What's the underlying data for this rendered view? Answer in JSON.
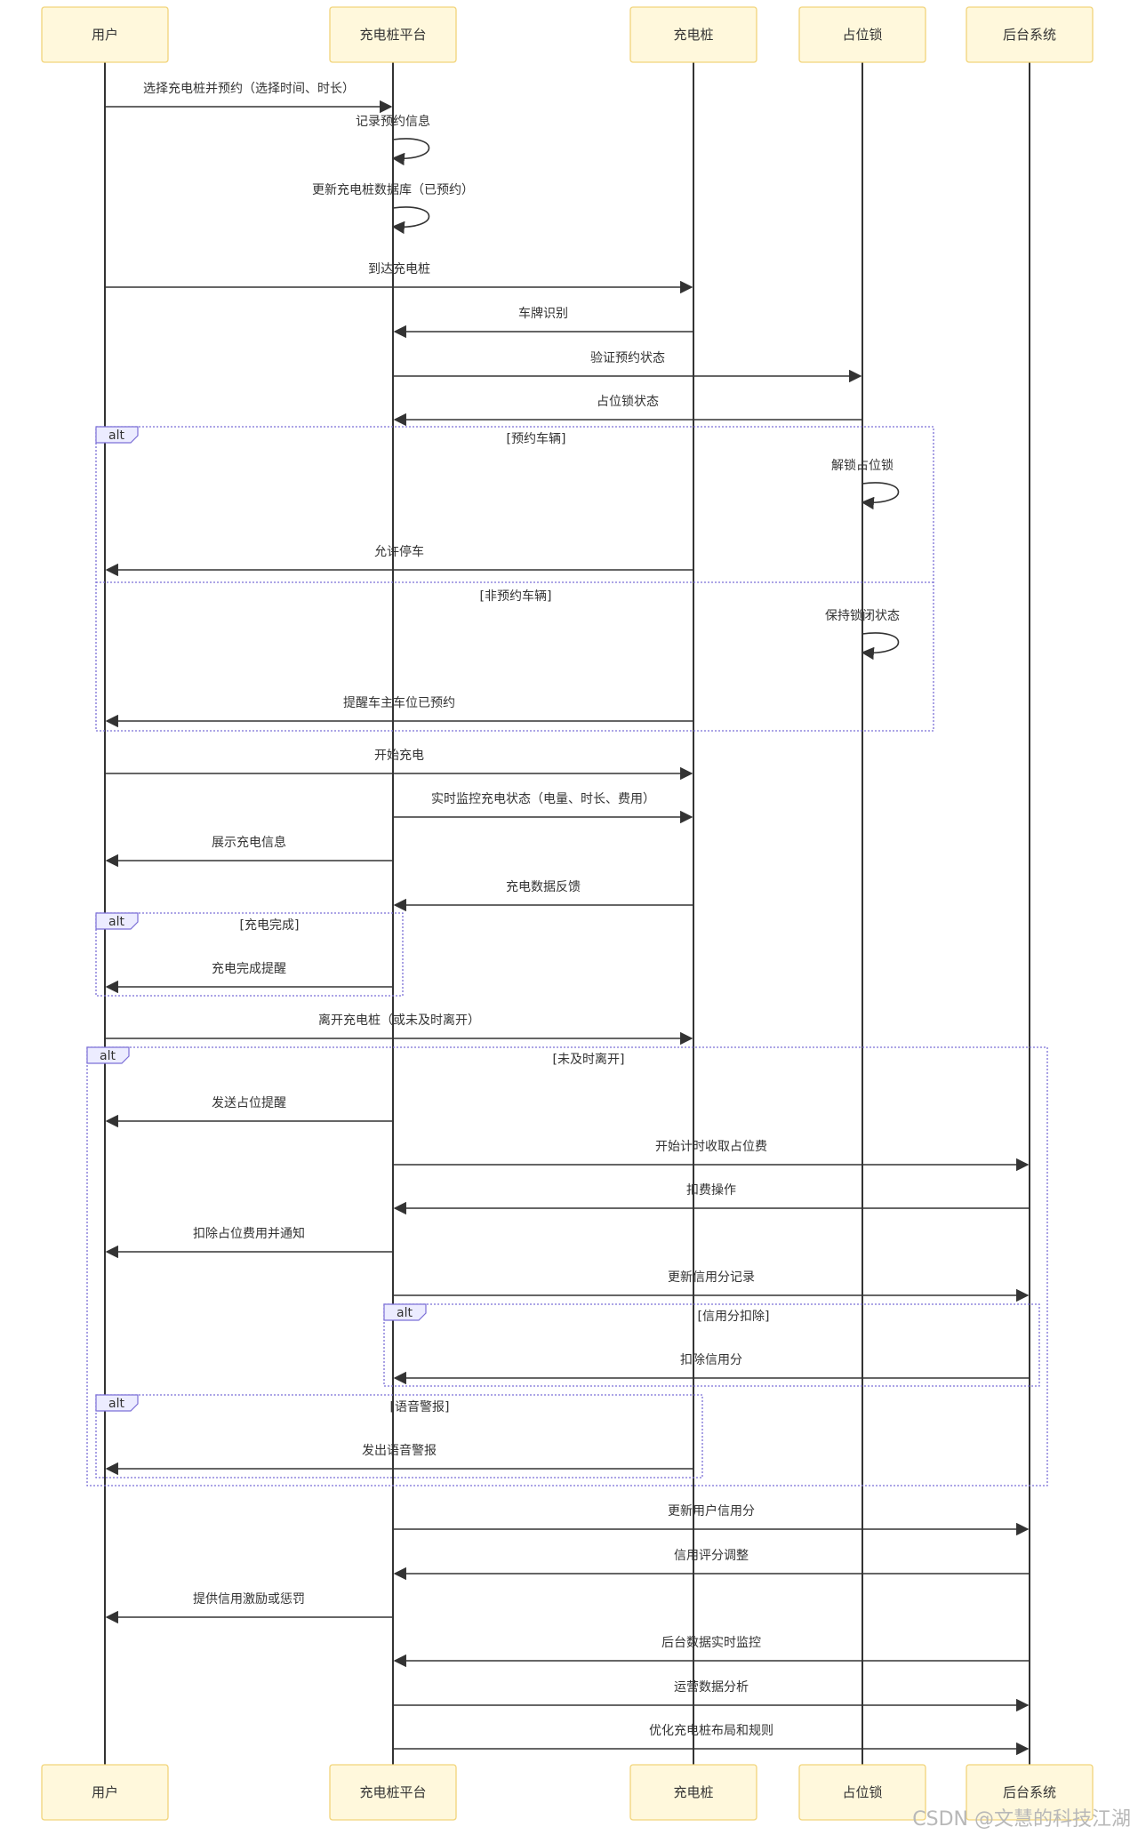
{
  "participants": [
    {
      "id": "user",
      "label": "用户"
    },
    {
      "id": "platform",
      "label": "充电桩平台"
    },
    {
      "id": "pile",
      "label": "充电桩"
    },
    {
      "id": "lock",
      "label": "占位锁"
    },
    {
      "id": "backend",
      "label": "后台系统"
    }
  ],
  "messages": [
    {
      "from": "user",
      "to": "platform",
      "text": "选择充电桩并预约（选择时间、时长）"
    },
    {
      "from": "platform",
      "to": "platform",
      "text": "记录预约信息"
    },
    {
      "from": "platform",
      "to": "platform",
      "text": "更新充电桩数据库（已预约）"
    },
    {
      "from": "user",
      "to": "pile",
      "text": "到达充电桩"
    },
    {
      "from": "pile",
      "to": "platform",
      "text": "车牌识别"
    },
    {
      "from": "platform",
      "to": "lock",
      "text": "验证预约状态"
    },
    {
      "from": "lock",
      "to": "platform",
      "text": "占位锁状态"
    },
    {
      "from": "lock",
      "to": "lock",
      "text": "解锁占位锁"
    },
    {
      "from": "pile",
      "to": "user",
      "text": "允许停车"
    },
    {
      "from": "lock",
      "to": "lock",
      "text": "保持锁闭状态"
    },
    {
      "from": "pile",
      "to": "user",
      "text": "提醒车主车位已预约"
    },
    {
      "from": "user",
      "to": "pile",
      "text": "开始充电"
    },
    {
      "from": "platform",
      "to": "pile",
      "text": "实时监控充电状态（电量、时长、费用）"
    },
    {
      "from": "platform",
      "to": "user",
      "text": "展示充电信息"
    },
    {
      "from": "pile",
      "to": "platform",
      "text": "充电数据反馈"
    },
    {
      "from": "platform",
      "to": "user",
      "text": "充电完成提醒"
    },
    {
      "from": "user",
      "to": "pile",
      "text": "离开充电桩（或未及时离开）"
    },
    {
      "from": "platform",
      "to": "user",
      "text": "发送占位提醒"
    },
    {
      "from": "platform",
      "to": "backend",
      "text": "开始计时收取占位费"
    },
    {
      "from": "backend",
      "to": "platform",
      "text": "扣费操作"
    },
    {
      "from": "platform",
      "to": "user",
      "text": "扣除占位费用并通知"
    },
    {
      "from": "platform",
      "to": "backend",
      "text": "更新信用分记录"
    },
    {
      "from": "backend",
      "to": "platform",
      "text": "扣除信用分"
    },
    {
      "from": "pile",
      "to": "user",
      "text": "发出语音警报"
    },
    {
      "from": "platform",
      "to": "backend",
      "text": "更新用户信用分"
    },
    {
      "from": "backend",
      "to": "platform",
      "text": "信用评分调整"
    },
    {
      "from": "platform",
      "to": "user",
      "text": "提供信用激励或惩罚"
    },
    {
      "from": "backend",
      "to": "platform",
      "text": "后台数据实时监控"
    },
    {
      "from": "platform",
      "to": "backend",
      "text": "运营数据分析"
    },
    {
      "from": "platform",
      "to": "backend",
      "text": "优化充电桩布局和规则"
    }
  ],
  "fragments": [
    {
      "kind": "alt",
      "sections": [
        "[预约车辆]",
        "[非预约车辆]"
      ]
    },
    {
      "kind": "alt",
      "sections": [
        "[充电完成]"
      ]
    },
    {
      "kind": "alt",
      "sections": [
        "[未及时离开]"
      ]
    },
    {
      "kind": "alt",
      "sections": [
        "[信用分扣除]"
      ]
    },
    {
      "kind": "alt",
      "sections": [
        "[语音警报]"
      ]
    }
  ],
  "watermark": "CSDN @文慧的科技江湖"
}
